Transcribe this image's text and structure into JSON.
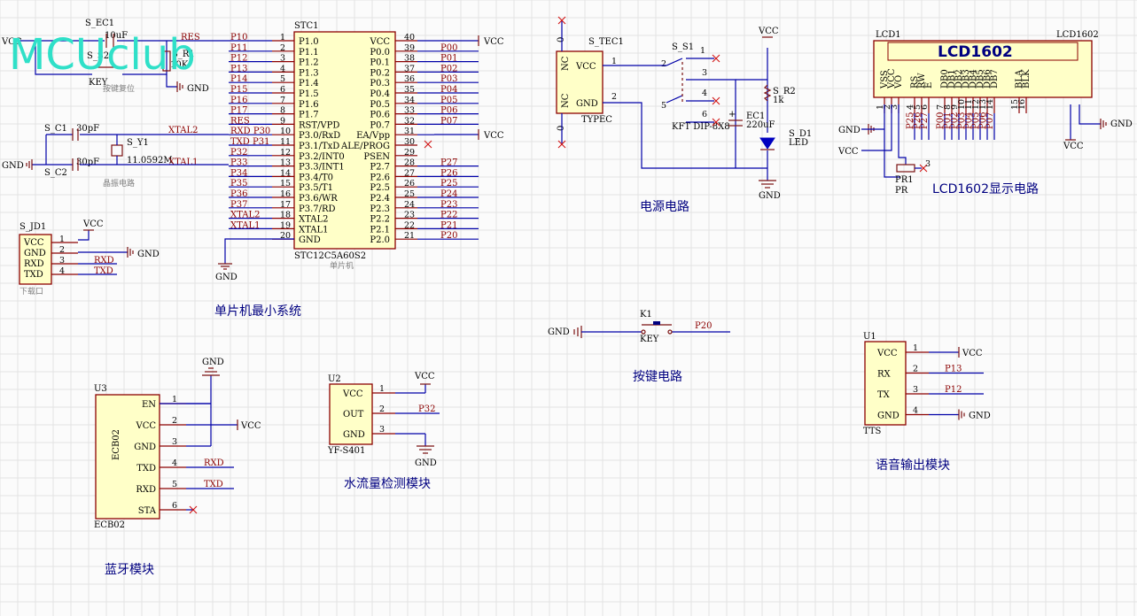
{
  "logo": "MCUclub",
  "captions": {
    "mcu": "单片机最小系统",
    "power": "电源电路",
    "lcd": "LCD1602显示电路",
    "key": "按键电路",
    "bt": "蓝牙模块",
    "flow": "水流量检测模块",
    "voice": "语音输出模块"
  },
  "notes": {
    "reset": "按键复位",
    "osc": "晶振电路",
    "download": "下载口",
    "mcu": "单片机"
  },
  "mcu": {
    "designator": "STC1",
    "part": "STC12C5A60S2",
    "left": [
      {
        "pin": "1",
        "name": "P1.0",
        "net": "P10"
      },
      {
        "pin": "2",
        "name": "P1.1",
        "net": "P11"
      },
      {
        "pin": "3",
        "name": "P1.2",
        "net": "P12"
      },
      {
        "pin": "4",
        "name": "P1.3",
        "net": "P13"
      },
      {
        "pin": "5",
        "name": "P1.4",
        "net": "P14"
      },
      {
        "pin": "6",
        "name": "P1.5",
        "net": "P15"
      },
      {
        "pin": "7",
        "name": "P1.6",
        "net": "P16"
      },
      {
        "pin": "8",
        "name": "P1.7",
        "net": "P17"
      },
      {
        "pin": "9",
        "name": "RST/VPD",
        "net": "RES"
      },
      {
        "pin": "10",
        "name": "P3.0/RxD",
        "net": "RXD P30"
      },
      {
        "pin": "11",
        "name": "P3.1/TxD",
        "net": "TXD P31"
      },
      {
        "pin": "12",
        "name": "P3.2/INT0",
        "net": "P32"
      },
      {
        "pin": "13",
        "name": "P3.3/INT1",
        "net": "P33"
      },
      {
        "pin": "14",
        "name": "P3.4/T0",
        "net": "P34"
      },
      {
        "pin": "15",
        "name": "P3.5/T1",
        "net": "P35"
      },
      {
        "pin": "16",
        "name": "P3.6/WR",
        "net": "P36"
      },
      {
        "pin": "17",
        "name": "P3.7/RD",
        "net": "P37"
      },
      {
        "pin": "18",
        "name": "XTAL2",
        "net": "XTAL2"
      },
      {
        "pin": "19",
        "name": "XTAL1",
        "net": "XTAL1"
      },
      {
        "pin": "20",
        "name": "GND",
        "net": ""
      }
    ],
    "right": [
      {
        "pin": "40",
        "name": "VCC",
        "net": "VCC"
      },
      {
        "pin": "39",
        "name": "P0.0",
        "net": "P00"
      },
      {
        "pin": "38",
        "name": "P0.1",
        "net": "P01"
      },
      {
        "pin": "37",
        "name": "P0.2",
        "net": "P02"
      },
      {
        "pin": "36",
        "name": "P0.3",
        "net": "P03"
      },
      {
        "pin": "35",
        "name": "P0.4",
        "net": "P04"
      },
      {
        "pin": "34",
        "name": "P0.5",
        "net": "P05"
      },
      {
        "pin": "33",
        "name": "P0.6",
        "net": "P06"
      },
      {
        "pin": "32",
        "name": "P0.7",
        "net": "P07"
      },
      {
        "pin": "31",
        "name": "EA/Vpp",
        "net": "VCC"
      },
      {
        "pin": "30",
        "name": "ALE/PROG",
        "net": ""
      },
      {
        "pin": "29",
        "name": "PSEN",
        "net": ""
      },
      {
        "pin": "28",
        "name": "P2.7",
        "net": "P27"
      },
      {
        "pin": "27",
        "name": "P2.6",
        "net": "P26"
      },
      {
        "pin": "26",
        "name": "P2.5",
        "net": "P25"
      },
      {
        "pin": "25",
        "name": "P2.4",
        "net": "P24"
      },
      {
        "pin": "24",
        "name": "P2.3",
        "net": "P23"
      },
      {
        "pin": "23",
        "name": "P2.2",
        "net": "P22"
      },
      {
        "pin": "22",
        "name": "P2.1",
        "net": "P21"
      },
      {
        "pin": "21",
        "name": "P2.0",
        "net": "P20"
      }
    ]
  },
  "reset": {
    "cap": "S_EC1",
    "capval": "10uF",
    "sw": "S_S2",
    "swtype": "KEY",
    "res": "S_R1",
    "resval": "10K",
    "net_res": "RES",
    "vcc": "VCC",
    "gnd": "GND"
  },
  "osc": {
    "c1": "S_C1",
    "c1val": "30pF",
    "c2": "S_C2",
    "c2val": "30pF",
    "xtal": "S_Y1",
    "xtalval": "11.0592M",
    "xtal2": "XTAL2",
    "xtal1": "XTAL1",
    "gnd": "GND"
  },
  "jd": {
    "designator": "S_JD1",
    "pins": [
      {
        "n": "1",
        "name": "VCC",
        "net": "VCC"
      },
      {
        "n": "2",
        "name": "GND",
        "net": "GND"
      },
      {
        "n": "3",
        "name": "RXD",
        "net": "RXD"
      },
      {
        "n": "4",
        "name": "TXD",
        "net": "TXD"
      }
    ]
  },
  "power": {
    "conn": "S_TEC1",
    "conntype": "TYPEC",
    "p_vcc": "VCC",
    "p_gnd": "GND",
    "nc": "NC",
    "zero": "0",
    "sw": "S_S1",
    "swtype": "KFT DIP-8X8",
    "ec": "EC1",
    "ecval": "220uF",
    "r": "S_R2",
    "rval": "1k",
    "led": "S_D1",
    "ledtype": "LED",
    "vcc": "VCC",
    "gnd": "GND",
    "plus": "+",
    "pins": [
      "1",
      "2",
      "1",
      "2",
      "3",
      "4",
      "5",
      "6"
    ]
  },
  "lcd": {
    "designator": "LCD1",
    "part": "LCD1602",
    "title": "LCD1602",
    "pins": [
      {
        "n": "1",
        "name": "VSS",
        "color": "#c00000"
      },
      {
        "n": "2",
        "name": "VCC",
        "color": "#c00000"
      },
      {
        "n": "3",
        "name": "VO",
        "color": "#c00000"
      },
      {
        "n": "4",
        "name": "RS",
        "color": "#00a0c0"
      },
      {
        "n": "5",
        "name": "RW",
        "color": "#00a0c0"
      },
      {
        "n": "6",
        "name": "E",
        "color": "#00a0c0"
      },
      {
        "n": "7",
        "name": "DB0",
        "color": "#8b0000"
      },
      {
        "n": "8",
        "name": "DB1",
        "color": "#8b0000"
      },
      {
        "n": "9",
        "name": "DB2",
        "color": "#8b0000"
      },
      {
        "n": "10",
        "name": "DB3",
        "color": "#8b0000"
      },
      {
        "n": "11",
        "name": "DB4",
        "color": "#8b0000"
      },
      {
        "n": "12",
        "name": "DB5",
        "color": "#8b0000"
      },
      {
        "n": "13",
        "name": "DB6",
        "color": "#8b0000"
      },
      {
        "n": "14",
        "name": "DB7",
        "color": "#8b0000"
      },
      {
        "n": "15",
        "name": "BLA",
        "color": "#e08000"
      },
      {
        "n": "16",
        "name": "BLK",
        "color": "#e08000"
      }
    ],
    "nets": [
      "",
      "",
      "",
      "P25",
      "P26",
      "P27",
      "P00",
      "P01",
      "P02",
      "P03",
      "P04",
      "P05",
      "P06",
      "P07",
      "",
      ""
    ],
    "pot": "PR1",
    "pottype": "PR",
    "potpin": "3",
    "gnd": "GND",
    "vcc": "VCC"
  },
  "key": {
    "designator": "K1",
    "type": "KEY",
    "gnd": "GND",
    "net": "P20"
  },
  "bt": {
    "designator": "U3",
    "part": "ECB02",
    "pins": [
      {
        "n": "1",
        "name": "EN",
        "net": ""
      },
      {
        "n": "2",
        "name": "VCC",
        "net": "VCC"
      },
      {
        "n": "3",
        "name": "GND",
        "net": ""
      },
      {
        "n": "4",
        "name": "TXD",
        "net": "RXD"
      },
      {
        "n": "5",
        "name": "RXD",
        "net": "TXD"
      },
      {
        "n": "6",
        "name": "STA",
        "net": ""
      }
    ],
    "gnd": "GND"
  },
  "flow": {
    "designator": "U2",
    "part": "YF-S401",
    "pins": [
      {
        "n": "1",
        "name": "VCC",
        "net": "VCC"
      },
      {
        "n": "2",
        "name": "OUT",
        "net": "P32"
      },
      {
        "n": "3",
        "name": "GND",
        "net": "GND"
      }
    ]
  },
  "voice": {
    "designator": "U1",
    "part": "TTS",
    "pins": [
      {
        "n": "1",
        "name": "VCC",
        "net": "VCC"
      },
      {
        "n": "2",
        "name": "RX",
        "net": "P13"
      },
      {
        "n": "3",
        "name": "TX",
        "net": "P12"
      },
      {
        "n": "4",
        "name": "GND",
        "net": "GND"
      }
    ]
  }
}
